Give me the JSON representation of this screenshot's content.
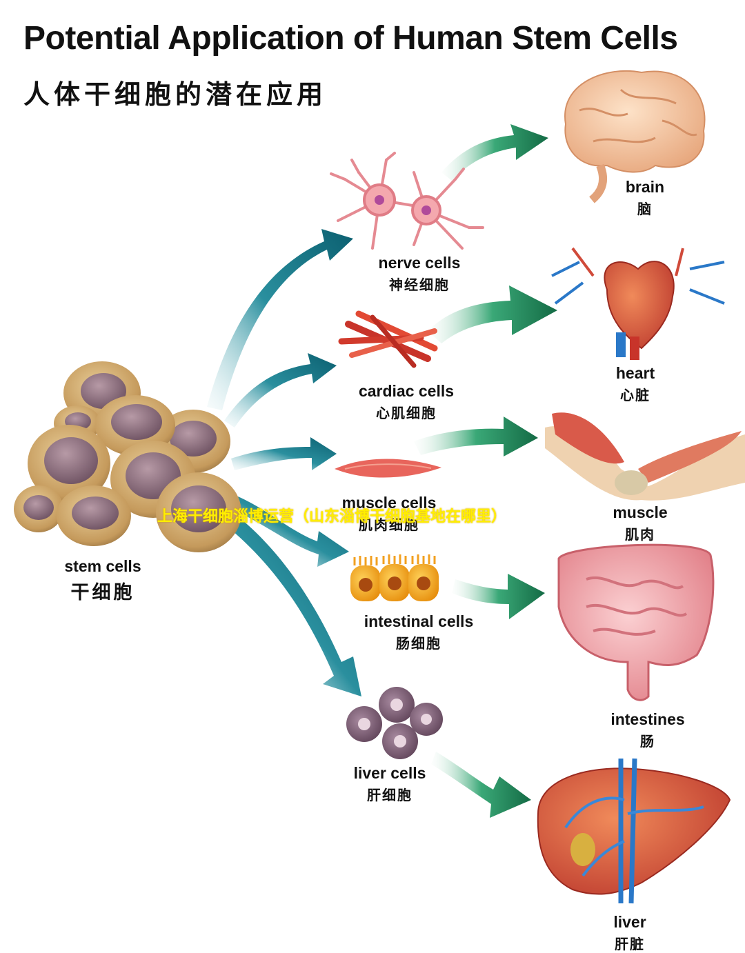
{
  "title": {
    "en": "Potential Application of Human Stem Cells",
    "zh": "人体干细胞的潜在应用"
  },
  "source": {
    "en": "stem cells",
    "zh": "干细胞"
  },
  "cells": [
    {
      "en": "nerve cells",
      "zh": "神经细胞"
    },
    {
      "en": "cardiac cells",
      "zh": "心肌细胞"
    },
    {
      "en": "muscle cells",
      "zh": "肌肉细胞"
    },
    {
      "en": "intestinal cells",
      "zh": "肠细胞"
    },
    {
      "en": "liver cells",
      "zh": "肝细胞"
    }
  ],
  "organs": [
    {
      "en": "brain",
      "zh": "脑"
    },
    {
      "en": "heart",
      "zh": "心脏"
    },
    {
      "en": "muscle",
      "zh": "肌肉"
    },
    {
      "en": "intestines",
      "zh": "肠"
    },
    {
      "en": "liver",
      "zh": "肝脏"
    }
  ],
  "watermark": "上海干细胞淄博运营（山东淄博干细胞基地在哪里）",
  "colors": {
    "arrow_teal": "#0d6e7e",
    "arrow_green": "#1f8a5a",
    "stem_cell": "#c9a46b",
    "nucleus": "#8a6a7a"
  }
}
